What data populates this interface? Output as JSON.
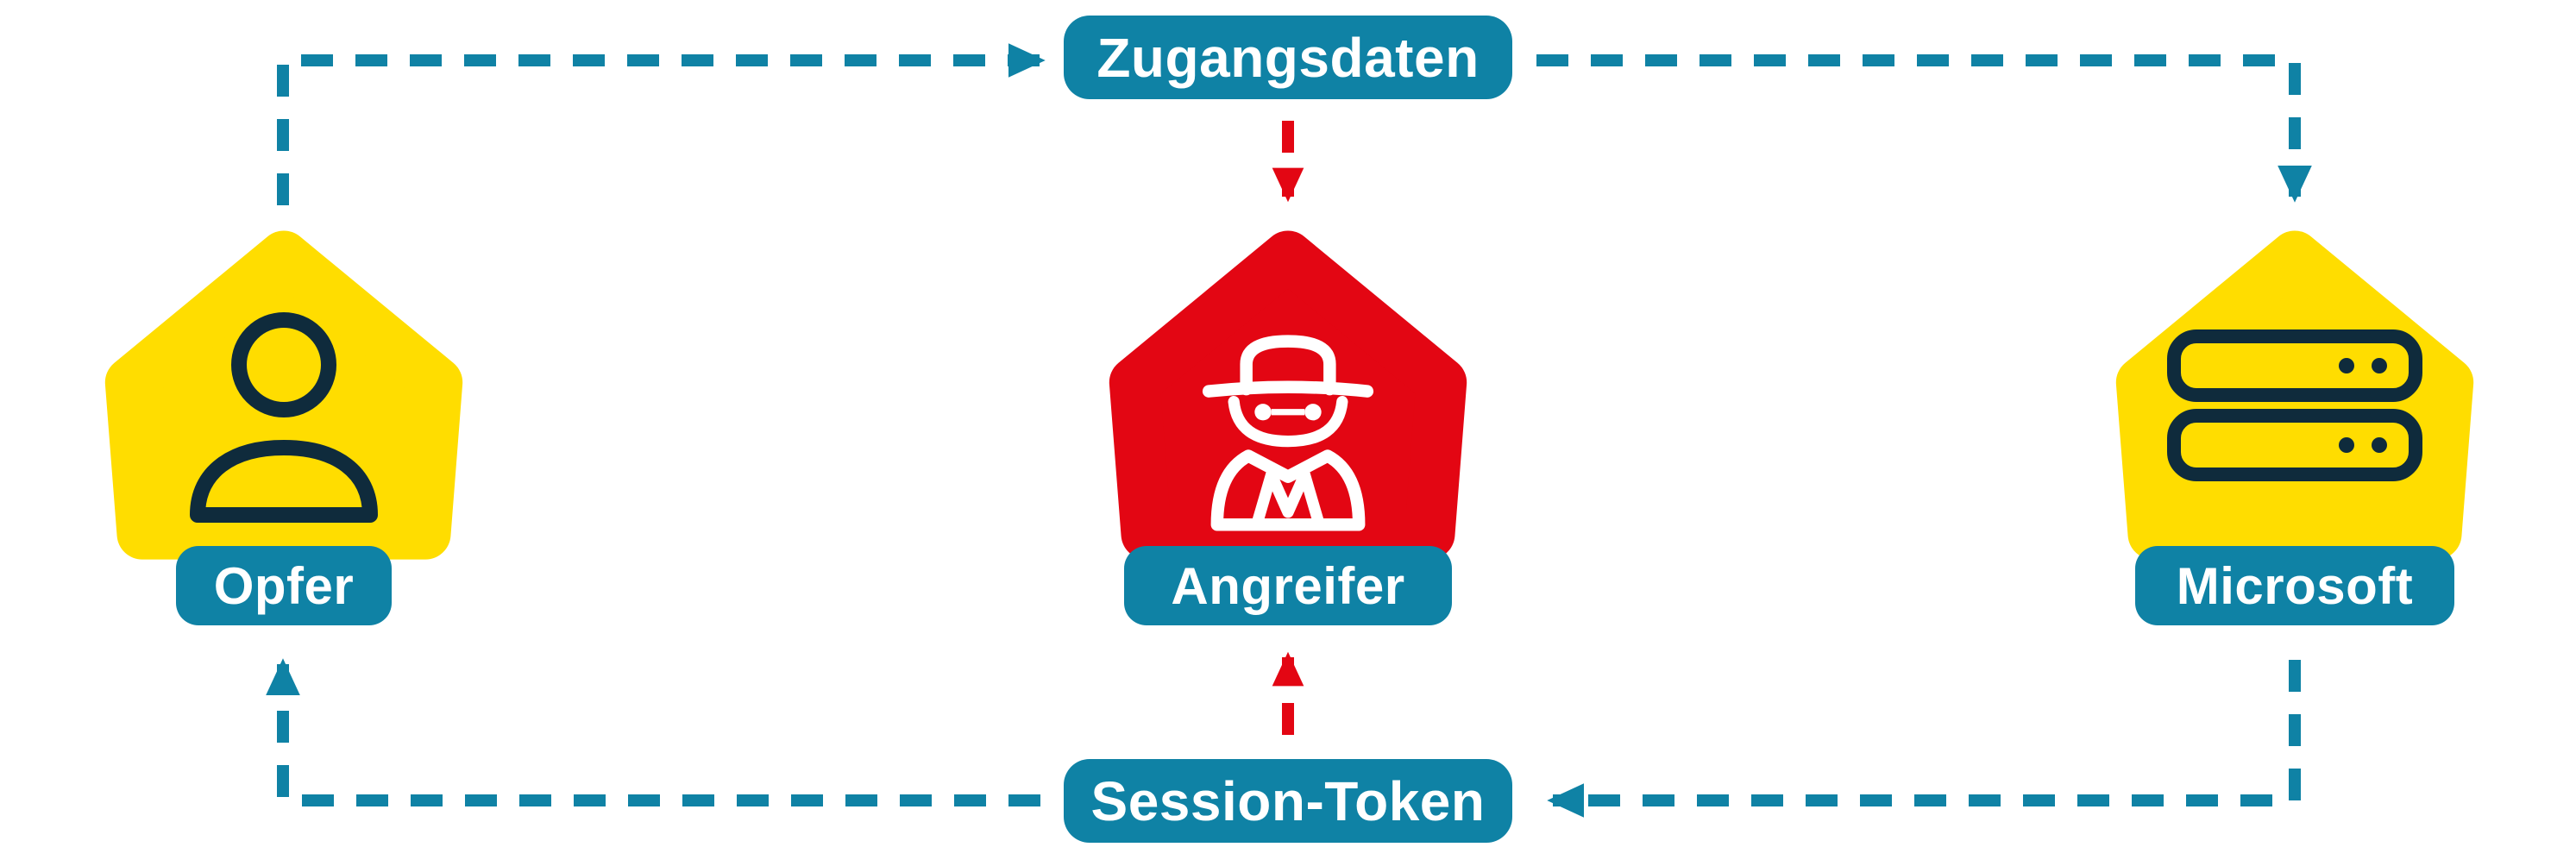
{
  "colors": {
    "teal": "#0F82A5",
    "red": "#E30613",
    "yellow": "#FFDD00",
    "navy": "#0F2B3C",
    "background": "#FFFFFF",
    "badge_text": "#FFFFFF"
  },
  "nodes": {
    "opfer": {
      "label": "Opfer",
      "icon": "person-icon",
      "color": "#FFDD00"
    },
    "angreifer": {
      "label": "Angreifer",
      "icon": "spy-icon",
      "color": "#E30613"
    },
    "microsoft": {
      "label": "Microsoft",
      "icon": "server-icon",
      "color": "#FFDD00"
    }
  },
  "flow_labels": {
    "zugangsdaten": {
      "label": "Zugangsdaten"
    },
    "session_token": {
      "label": "Session-Token"
    }
  },
  "edges": [
    {
      "from": "Opfer",
      "to": "Zugangsdaten",
      "color": "teal",
      "style": "dashed"
    },
    {
      "from": "Zugangsdaten",
      "to": "Microsoft",
      "color": "teal",
      "style": "dashed"
    },
    {
      "from": "Zugangsdaten",
      "to": "Angreifer",
      "color": "red",
      "style": "dashed"
    },
    {
      "from": "Microsoft",
      "to": "Session-Token",
      "color": "teal",
      "style": "dashed"
    },
    {
      "from": "Session-Token",
      "to": "Angreifer",
      "color": "red",
      "style": "dashed"
    },
    {
      "from": "Session-Token",
      "to": "Opfer",
      "color": "teal",
      "style": "dashed"
    }
  ]
}
